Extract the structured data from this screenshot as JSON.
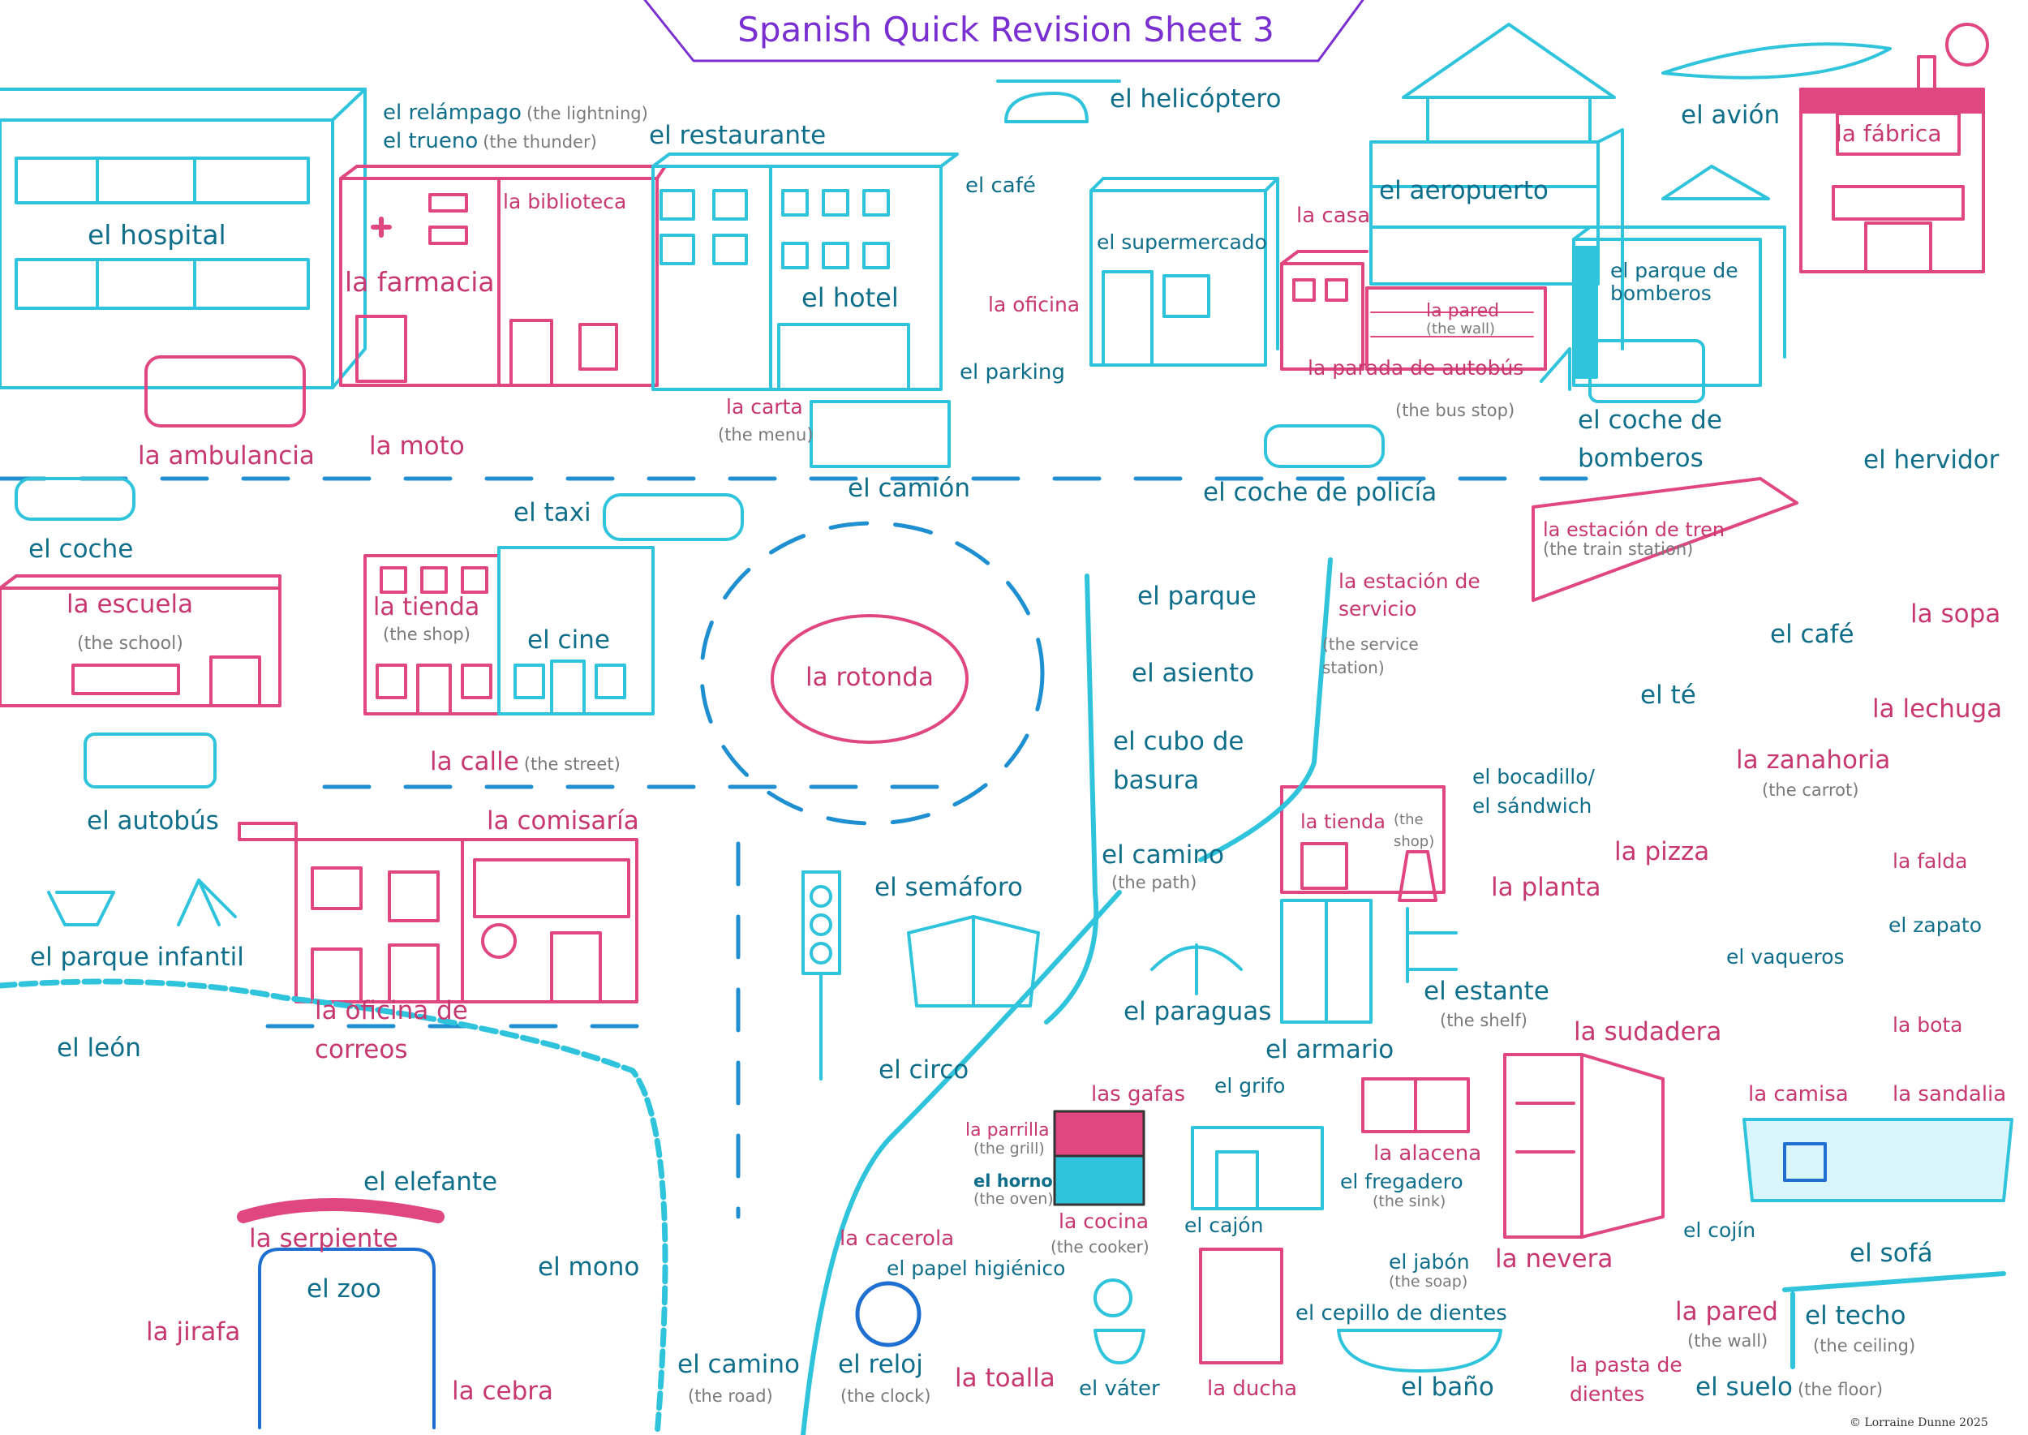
{
  "title": "Spanish Quick Revision Sheet 3",
  "copyright": "© Lorraine Dunne 2025",
  "colors": {
    "blue": "#2fc4dc",
    "pink": "#e0467f",
    "label_blue": "#0f6e8a",
    "label_pink": "#c73870",
    "title": "#7a2fd0"
  },
  "labels": {
    "hospital": "el hospital",
    "relampago": "el relámpago",
    "relampago_t": "(the lightning)",
    "trueno": "el trueno",
    "trueno_t": "(the thunder)",
    "restaurante": "el restaurante",
    "helicoptero": "el helicóptero",
    "avion": "el avión",
    "fabrica": "la fábrica",
    "farmacia": "la farmacia",
    "biblioteca": "la biblioteca",
    "hotel": "el hotel",
    "cafe_shop": "el café",
    "oficina": "la oficina",
    "supermercado": "el supermercado",
    "casa": "la casa",
    "aeropuerto": "el aeropuerto",
    "parque_bomberos": "el parque de bomberos",
    "pared_wall": "la pared",
    "pared_wall_t": "(the wall)",
    "parking": "el parking",
    "parada": "la parada de autobús",
    "parada_t": "(the bus stop)",
    "coche_bomberos": "el coche de bomberos",
    "ambulancia": "la ambulancia",
    "moto": "la moto",
    "carta": "la carta",
    "carta_t": "(the menu)",
    "camion": "el camión",
    "coche_policia": "el coche de policía",
    "hervidor": "el hervidor",
    "coche": "el coche",
    "taxi": "el taxi",
    "estacion_tren": "la estación de tren",
    "estacion_tren_t": "(the train station)",
    "escuela": "la escuela",
    "escuela_t": "(the school)",
    "tienda": "la tienda",
    "tienda_t": "(the shop)",
    "cine": "el cine",
    "rotonda": "la rotonda",
    "parque": "el parque",
    "asiento": "el asiento",
    "estacion_servicio": "la estación de servicio",
    "estacion_servicio_t": "(the service station)",
    "cafe_drink": "el café",
    "sopa": "la sopa",
    "te": "el té",
    "lechuga": "la lechuga",
    "cubo": "el cubo de basura",
    "calle": "la calle",
    "calle_t": "(the street)",
    "bocadillo": "el bocadillo/ el sándwich",
    "zanahoria": "la zanahoria",
    "zanahoria_t": "(the carrot)",
    "autobus": "el autobús",
    "comisaria": "la comisaría",
    "tienda2": "la tienda",
    "tienda2_t": "(the shop)",
    "pizza": "la pizza",
    "falda": "la falda",
    "camino_path": "el camino",
    "camino_path_t": "(the path)",
    "planta": "la planta",
    "semaforo": "el semáforo",
    "zapato": "el zapato",
    "parque_infantil": "el parque infantil",
    "vaqueros": "el vaqueros",
    "estante": "el estante",
    "estante_t": "(the shelf)",
    "paraguas": "el paraguas",
    "oficina_correos": "la oficina de correos",
    "sudadera": "la sudadera",
    "bota": "la bota",
    "armario": "el armario",
    "leon": "el león",
    "circo": "el circo",
    "gafas": "las gafas",
    "grifo": "el grifo",
    "camisa": "la camisa",
    "sandalia": "la sandalia",
    "parrilla": "la parrilla",
    "parrilla_t": "(the grill)",
    "alacena": "la alacena",
    "horno": "el horno",
    "horno_t": "(the oven)",
    "fregadero": "el fregadero",
    "fregadero_t": "(the sink)",
    "elefante": "el elefante",
    "cocina": "la cocina",
    "cocina_t": "(the cooker)",
    "cajon": "el cajón",
    "cojin": "el cojín",
    "serpiente": "la serpiente",
    "cacerola": "la cacerola",
    "jabon": "el jabón",
    "jabon_t": "(the soap)",
    "sofa": "el sofá",
    "zoo": "el zoo",
    "mono": "el mono",
    "papel": "el papel higiénico",
    "nevera": "la nevera",
    "jirafa": "la jirafa",
    "cepillo": "el cepillo de dientes",
    "pared_room": "la pared",
    "pared_room_t": "(the wall)",
    "techo": "el techo",
    "techo_t": "(the ceiling)",
    "camino_road": "el camino",
    "camino_road_t": "(the road)",
    "reloj": "el reloj",
    "reloj_t": "(the clock)",
    "toalla": "la toalla",
    "pasta": "la pasta de dientes",
    "cebra": "la cebra",
    "vater": "el váter",
    "ducha": "la ducha",
    "bano": "el baño",
    "suelo": "el suelo",
    "suelo_t": "(the floor)"
  }
}
